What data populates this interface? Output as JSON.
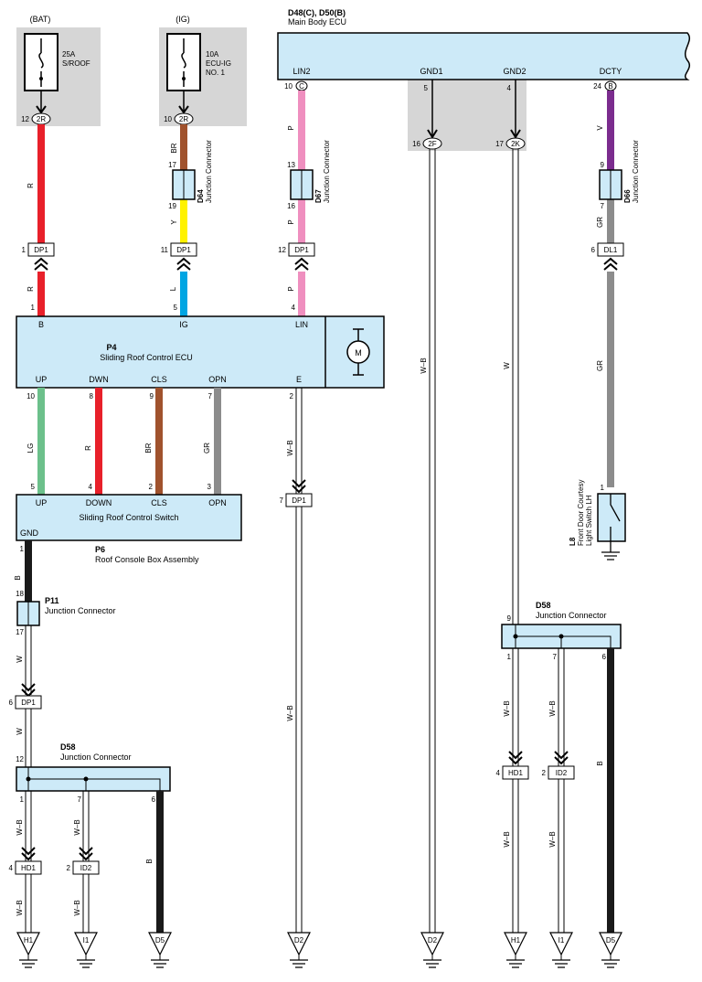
{
  "sources": {
    "bat": "(BAT)",
    "bat_fuse_amp": "25A",
    "bat_fuse_name": "S/ROOF",
    "ig": "(IG)",
    "ig_fuse_amp": "10A",
    "ig_fuse_name1": "ECU-IG",
    "ig_fuse_name2": "NO. 1"
  },
  "main_ecu": {
    "codes": "D48(C), D50(B)",
    "name": "Main Body ECU",
    "pins": {
      "lin2": "LIN2",
      "gnd1": "GND1",
      "gnd2": "GND2",
      "dcty": "DCTY"
    },
    "pin_nums": {
      "lin2": "10",
      "gnd1": "5",
      "gnd2": "4",
      "dcty": "24"
    },
    "ovals": {
      "lin2": "C",
      "dcty": "B"
    }
  },
  "junction_ovals": {
    "bat": "2R",
    "ig": "2R",
    "gnd1": "2F",
    "gnd2": "2K"
  },
  "junction_nums": {
    "bat": "12",
    "ig": "10",
    "gnd1": "16",
    "gnd2": "17"
  },
  "jc_label": "Junction Connector",
  "d64": {
    "code": "D64",
    "in": "17",
    "out": "19"
  },
  "d67": {
    "code": "D67",
    "in": "13",
    "out": "16"
  },
  "d66": {
    "code": "D66",
    "in": "9",
    "out": "7"
  },
  "dp1": "DP1",
  "dl1": "DL1",
  "dp1_pins": {
    "bat": "1",
    "ig": "11",
    "lin": "12",
    "e": "7",
    "gnd": "6"
  },
  "dl1_pin": "6",
  "wire_colors": {
    "R": "R",
    "BR": "BR",
    "Y": "Y",
    "L": "L",
    "P": "P",
    "V": "V",
    "GR": "GR",
    "WB": "W–B",
    "W": "W",
    "LG": "LG",
    "B": "B"
  },
  "p4": {
    "code": "P4",
    "name": "Sliding Roof Control ECU",
    "top_pins": {
      "b": "B",
      "ig": "IG",
      "lin": "LIN"
    },
    "top_nums": {
      "b": "1",
      "ig": "5",
      "lin": "4"
    },
    "bottom_pins": {
      "up": "UP",
      "dwn": "DWN",
      "cls": "CLS",
      "opn": "OPN",
      "e": "E"
    },
    "bottom_nums": {
      "up": "10",
      "dwn": "8",
      "cls": "9",
      "opn": "7",
      "e": "2"
    },
    "motor": "M"
  },
  "switch": {
    "name": "Sliding Roof Control Switch",
    "pins": {
      "up": "UP",
      "down": "DOWN",
      "cls": "CLS",
      "opn": "OPN",
      "gnd": "GND"
    },
    "nums": {
      "up": "5",
      "down": "4",
      "cls": "2",
      "opn": "3",
      "gnd": "1"
    }
  },
  "p6": {
    "code": "P6",
    "name": "Roof Console Box Assembly"
  },
  "p11": {
    "code": "P11",
    "in": "18",
    "out": "17"
  },
  "l8": {
    "code": "L8",
    "line1": "Front Door Courtesy",
    "line2": "Light Switch LH",
    "pin": "1"
  },
  "d58": {
    "code": "D58",
    "pins": {
      "in": "12",
      "a": "1",
      "b": "7",
      "c": "6"
    }
  },
  "d58r": {
    "code": "D58",
    "pins": {
      "in": "9",
      "a": "1",
      "b": "7",
      "c": "6"
    }
  },
  "hd1": "HD1",
  "id2": "ID2",
  "hd1_pin": "4",
  "id2_pin": "2",
  "grounds": {
    "h1": "H1",
    "i1": "I1",
    "d5": "D5",
    "d2": "D2"
  },
  "colors": {
    "red": "#e8202a",
    "brown": "#a0522d",
    "yellow": "#fff200",
    "blue": "#00a5e3",
    "pink": "#ef8fbf",
    "violet": "#7b2c8e",
    "gray": "#8c8c8c",
    "green": "#6cc08b",
    "black": "#1a1a1a",
    "box": "#cdeaf8"
  }
}
